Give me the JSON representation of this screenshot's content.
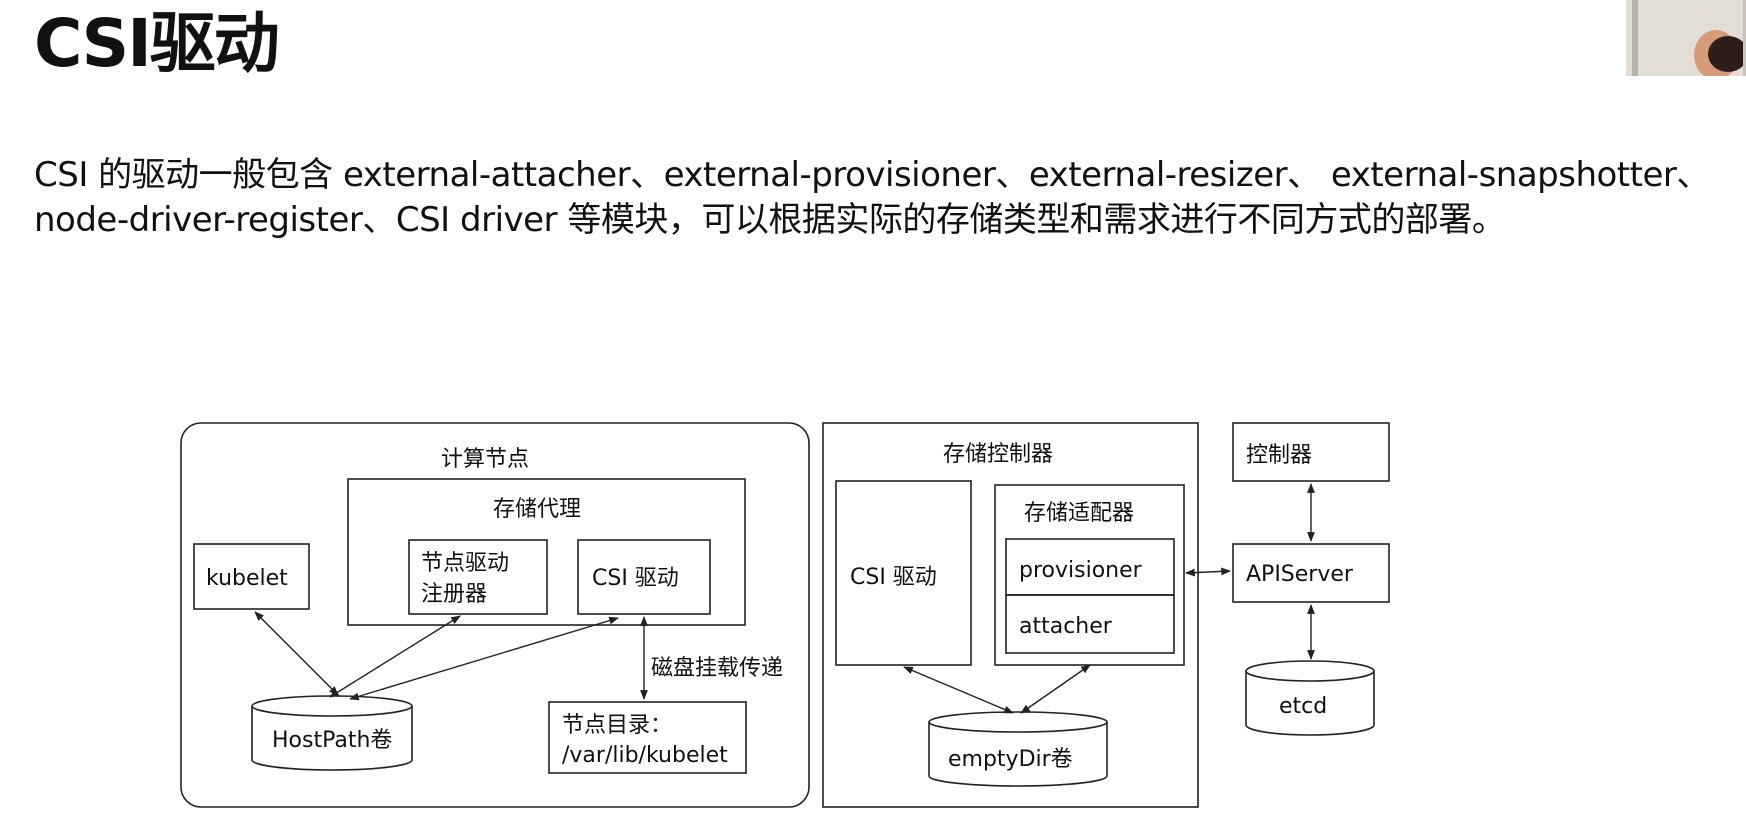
{
  "slide": {
    "title": "CSI驱动",
    "body": "CSI 的驱动一般包含 external-attacher、external-provisioner、external-resizer、 external-snapshotter、node-driver-register、CSI driver 等模块，可以根据实际的存储类型和需求进行不同方式的部署。"
  },
  "diagram": {
    "compute_node": {
      "title": "计算节点",
      "kubelet": "kubelet",
      "storage_agent": {
        "title": "存储代理",
        "registrar_line1": "节点驱动",
        "registrar_line2": "注册器",
        "csi_driver": "CSI 驱动"
      },
      "hostpath_volume": "HostPath卷",
      "disk_mount_label": "磁盘挂载传递",
      "node_dir_line1": "节点目录：",
      "node_dir_line2": "/var/lib/kubelet"
    },
    "storage_controller": {
      "title": "存储控制器",
      "csi_driver": "CSI 驱动",
      "adapter": {
        "title": "存储适配器",
        "provisioner": "provisioner",
        "attacher": "attacher"
      },
      "emptydir_volume": "emptyDir卷"
    },
    "control_plane": {
      "controller": "控制器",
      "apiserver": "APIServer",
      "etcd": "etcd"
    }
  }
}
